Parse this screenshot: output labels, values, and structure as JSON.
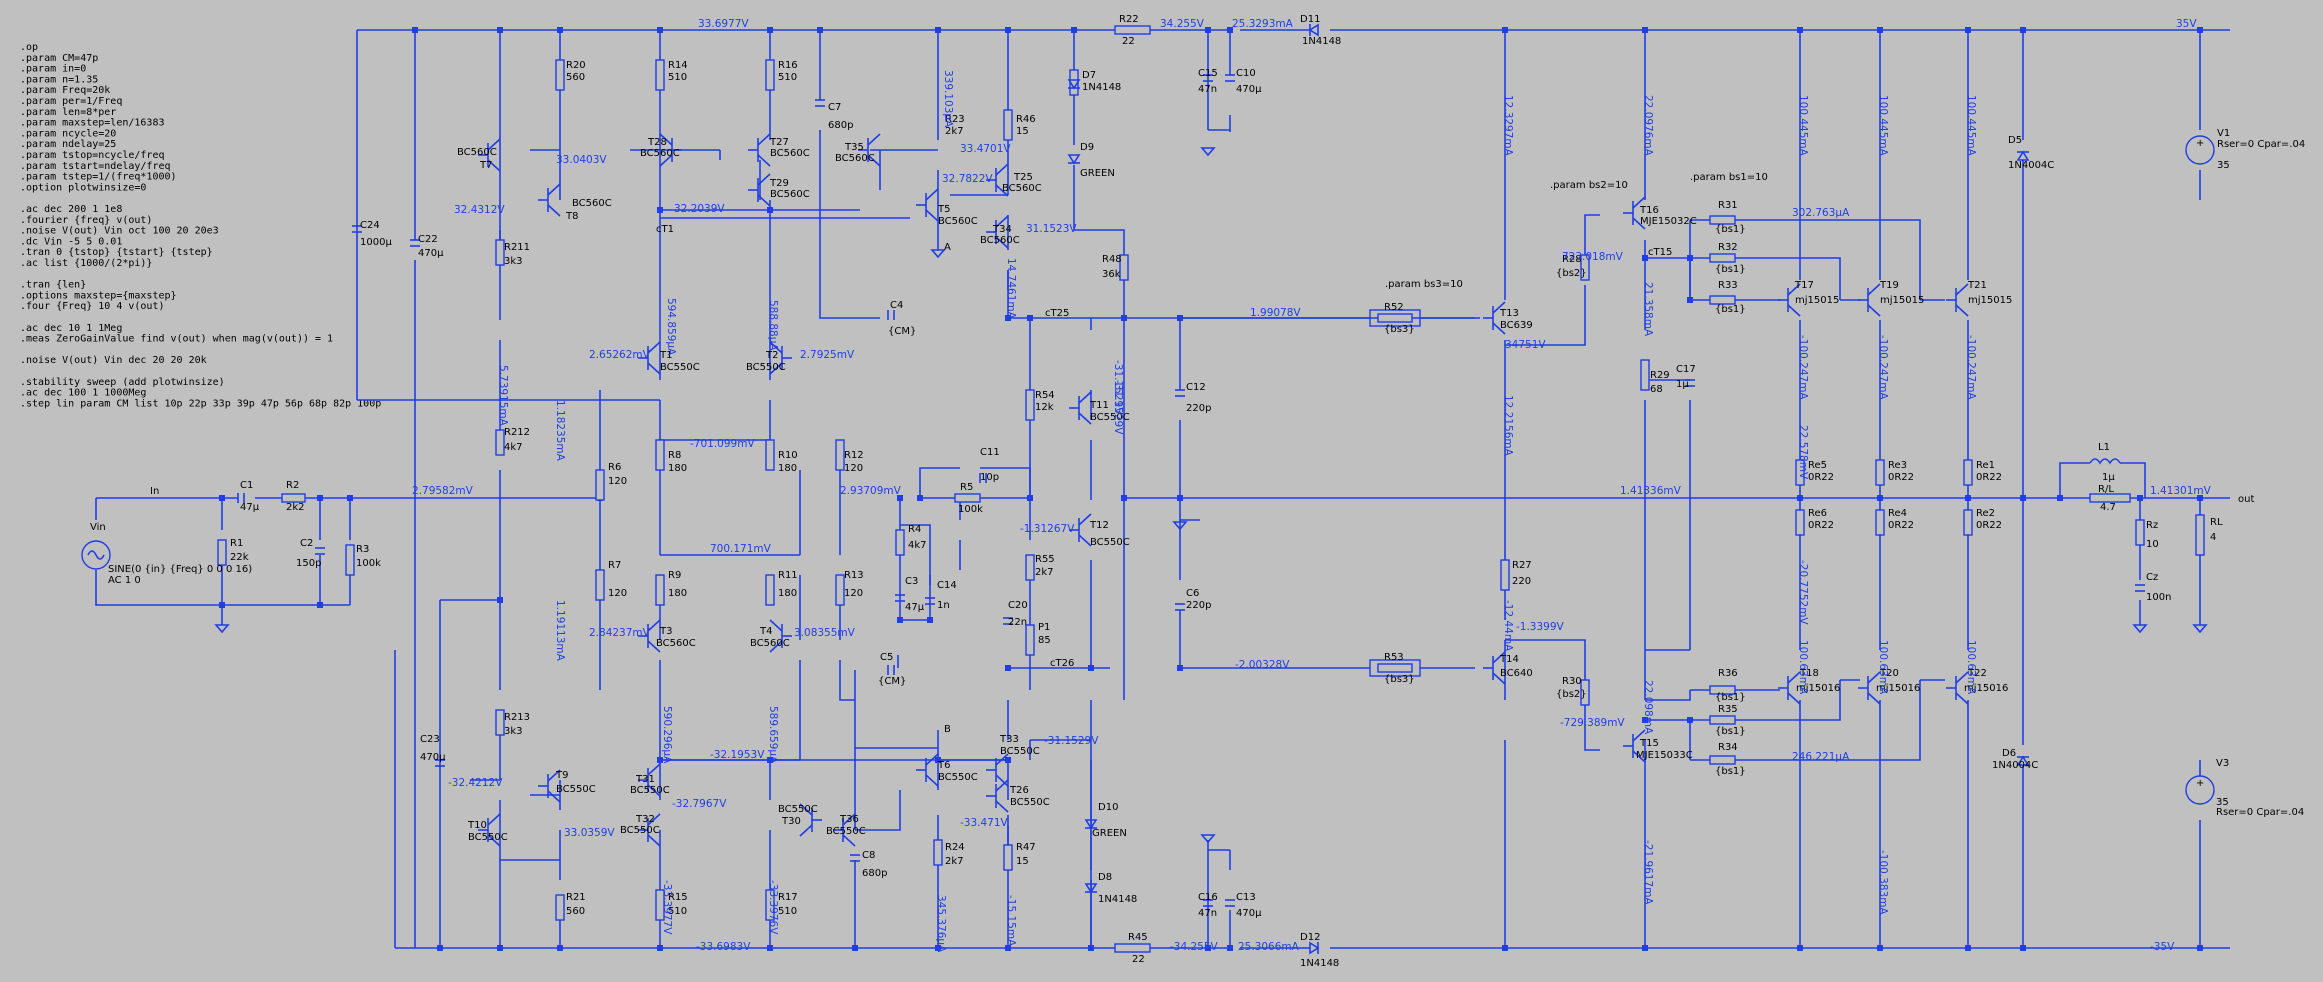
{
  "directives": [
    ".op",
    ".param CM=47p",
    ".param in=0",
    ".param n=1.35",
    ".param Freq=20k",
    ".param per=1/Freq",
    ".param len=8*per",
    ".param maxstep=len/16383",
    ".param ncycle=20",
    ".param ndelay=25",
    ".param tstop=ncycle/freq",
    ".param tstart=ndelay/freq",
    ".param tstep=1/(freq*1000)",
    ".option plotwinsize=0",
    "",
    ".ac dec 200 1 1e8",
    ".fourier {freq} v(out)",
    ".noise V(out) Vin oct 100 20 20e3",
    ".dc Vin -5 5 0.01",
    ".tran 0 {tstop} {tstart} {tstep}",
    ".ac list {1000/(2*pi)}",
    "",
    ".tran {len}",
    ".options maxstep={maxstep}",
    ".four {Freq} 10 4 v(out)",
    "",
    ".ac dec 10 1 1Meg",
    ".meas ZeroGainValue find v(out) when mag(v(out)) = 1",
    "",
    ".noise V(out) Vin dec 20 20 20k",
    "",
    ".stability sweep (add plotwinsize)",
    ".ac dec 100 1 1000Meg",
    ".step lin param CM list 10p 22p 33p 39p 47p 56p 68p 82p 100p"
  ],
  "labels": [
    {
      "id": "r20",
      "t": "R20"
    },
    {
      "id": "r20v",
      "t": "560"
    },
    {
      "id": "t7",
      "t": "BC560C"
    },
    {
      "id": "t7n",
      "t": "T7"
    },
    {
      "id": "t8",
      "t": "BC560C"
    },
    {
      "id": "t8n",
      "t": "T8"
    },
    {
      "id": "r14",
      "t": "R14"
    },
    {
      "id": "r14v",
      "t": "510"
    },
    {
      "id": "r16",
      "t": "R16"
    },
    {
      "id": "r16v",
      "t": "510"
    },
    {
      "id": "t28",
      "t": "T28"
    },
    {
      "id": "t28m",
      "t": "BC560C"
    },
    {
      "id": "t27",
      "t": "T27"
    },
    {
      "id": "t27m",
      "t": "BC560C"
    },
    {
      "id": "t29",
      "t": "T29"
    },
    {
      "id": "t29m",
      "t": "BC560C"
    },
    {
      "id": "c7",
      "t": "C7"
    },
    {
      "id": "c7v",
      "t": "680p"
    },
    {
      "id": "t35",
      "t": "T35"
    },
    {
      "id": "t35m",
      "t": "BC560C"
    },
    {
      "id": "r23",
      "t": "R23"
    },
    {
      "id": "r23v",
      "t": "2k7"
    },
    {
      "id": "r46",
      "t": "R46"
    },
    {
      "id": "r46v",
      "t": "15"
    },
    {
      "id": "t25",
      "t": "T25"
    },
    {
      "id": "t25m",
      "t": "BC560C"
    },
    {
      "id": "t5",
      "t": "T5"
    },
    {
      "id": "t5m",
      "t": "BC560C"
    },
    {
      "id": "t34",
      "t": "T34"
    },
    {
      "id": "t34m",
      "t": "BC560C"
    },
    {
      "id": "d7",
      "t": "D7"
    },
    {
      "id": "d7m",
      "t": "1N4148"
    },
    {
      "id": "d9",
      "t": "D9"
    },
    {
      "id": "d9m",
      "t": "GREEN"
    },
    {
      "id": "r22",
      "t": "R22"
    },
    {
      "id": "r22v",
      "t": "22"
    },
    {
      "id": "c15",
      "t": "C15"
    },
    {
      "id": "c15v",
      "t": "47n"
    },
    {
      "id": "c10",
      "t": "C10"
    },
    {
      "id": "c10v",
      "t": "470µ"
    },
    {
      "id": "d11",
      "t": "D11"
    },
    {
      "id": "d11m",
      "t": "1N4148"
    },
    {
      "id": "r48",
      "t": "R48"
    },
    {
      "id": "r48v",
      "t": "36k"
    },
    {
      "id": "c24",
      "t": "C24"
    },
    {
      "id": "c24v",
      "t": "1000µ"
    },
    {
      "id": "c22",
      "t": "C22"
    },
    {
      "id": "c22v",
      "t": "470µ"
    },
    {
      "id": "r211",
      "t": "R211"
    },
    {
      "id": "r211v",
      "t": "3k3"
    },
    {
      "id": "r212",
      "t": "R212"
    },
    {
      "id": "r212v",
      "t": "4k7"
    },
    {
      "id": "t1",
      "t": "T1"
    },
    {
      "id": "t1m",
      "t": "BC550C"
    },
    {
      "id": "t2",
      "t": "T2"
    },
    {
      "id": "t2m",
      "t": "BC550C"
    },
    {
      "id": "r6",
      "t": "R6"
    },
    {
      "id": "r6v",
      "t": "120"
    },
    {
      "id": "r8",
      "t": "R8"
    },
    {
      "id": "r8v",
      "t": "180"
    },
    {
      "id": "r10",
      "t": "R10"
    },
    {
      "id": "r10v",
      "t": "180"
    },
    {
      "id": "r12",
      "t": "R12"
    },
    {
      "id": "r12v",
      "t": "120"
    },
    {
      "id": "c4",
      "t": "C4"
    },
    {
      "id": "c4v",
      "t": "{CM}"
    },
    {
      "id": "ct1",
      "t": "cT1"
    },
    {
      "id": "ct25",
      "t": "cT25"
    },
    {
      "id": "r52",
      "t": "R52"
    },
    {
      "id": "r52v",
      "t": "{bs3}"
    },
    {
      "id": "bs3",
      "t": ".param bs3=10"
    },
    {
      "id": "t13",
      "t": "T13"
    },
    {
      "id": "t13m",
      "t": "BC639"
    },
    {
      "id": "r54",
      "t": "R54"
    },
    {
      "id": "r54v",
      "t": "12k"
    },
    {
      "id": "t11",
      "t": "T11"
    },
    {
      "id": "t11m",
      "t": "BC550C"
    },
    {
      "id": "c12",
      "t": "C12"
    },
    {
      "id": "c12v",
      "t": "220p"
    },
    {
      "id": "bs2",
      "t": ".param bs2=10"
    },
    {
      "id": "t16",
      "t": "T16"
    },
    {
      "id": "t16m",
      "t": "MJE15032C"
    },
    {
      "id": "ct15",
      "t": "cT15"
    },
    {
      "id": "r28",
      "t": "R28"
    },
    {
      "id": "r28v",
      "t": "{bs2}"
    },
    {
      "id": "r29",
      "t": "R29"
    },
    {
      "id": "r29v",
      "t": "68"
    },
    {
      "id": "c17",
      "t": "C17"
    },
    {
      "id": "c17v",
      "t": "1µ"
    },
    {
      "id": "bs1",
      "t": ".param bs1=10"
    },
    {
      "id": "r31",
      "t": "R31"
    },
    {
      "id": "r31v",
      "t": "{bs1}"
    },
    {
      "id": "r32",
      "t": "R32"
    },
    {
      "id": "r32v",
      "t": "{bs1}"
    },
    {
      "id": "r33",
      "t": "R33"
    },
    {
      "id": "r33v",
      "t": "{bs1}"
    },
    {
      "id": "t17",
      "t": "T17"
    },
    {
      "id": "t17m",
      "t": "mj15015"
    },
    {
      "id": "t19",
      "t": "T19"
    },
    {
      "id": "t19m",
      "t": "mj15015"
    },
    {
      "id": "t21",
      "t": "T21"
    },
    {
      "id": "t21m",
      "t": "mj15015"
    },
    {
      "id": "d5",
      "t": "D5"
    },
    {
      "id": "d5m",
      "t": "1N4004C"
    },
    {
      "id": "v1",
      "t": "V1"
    },
    {
      "id": "v1r",
      "t": "Rser=0 Cpar=.04"
    },
    {
      "id": "v1v",
      "t": "35"
    },
    {
      "id": "re5",
      "t": "Re5"
    },
    {
      "id": "re5v",
      "t": "0R22"
    },
    {
      "id": "re3",
      "t": "Re3"
    },
    {
      "id": "re3v",
      "t": "0R22"
    },
    {
      "id": "re1",
      "t": "Re1"
    },
    {
      "id": "re1v",
      "t": "0R22"
    },
    {
      "id": "re6",
      "t": "Re6"
    },
    {
      "id": "re6v",
      "t": "0R22"
    },
    {
      "id": "re4",
      "t": "Re4"
    },
    {
      "id": "re4v",
      "t": "0R22"
    },
    {
      "id": "re2",
      "t": "Re2"
    },
    {
      "id": "re2v",
      "t": "0R22"
    },
    {
      "id": "l1",
      "t": "L1"
    },
    {
      "id": "l1v",
      "t": "1µ"
    },
    {
      "id": "rl1",
      "t": "R/L"
    },
    {
      "id": "rl1v",
      "t": "4.7"
    },
    {
      "id": "rz",
      "t": "Rz"
    },
    {
      "id": "rzv",
      "t": "10"
    },
    {
      "id": "cz",
      "t": "Cz"
    },
    {
      "id": "czv",
      "t": "100n"
    },
    {
      "id": "rl",
      "t": "RL"
    },
    {
      "id": "rlv",
      "t": "4"
    },
    {
      "id": "out",
      "t": "out"
    },
    {
      "id": "in",
      "t": "In"
    },
    {
      "id": "vin",
      "t": "Vin"
    },
    {
      "id": "vinsig",
      "t": "SINE(0 {in} {Freq} 0 0 0 16)"
    },
    {
      "id": "vinac",
      "t": "AC 1 0"
    },
    {
      "id": "c1",
      "t": "C1"
    },
    {
      "id": "c1v",
      "t": "47µ"
    },
    {
      "id": "r2",
      "t": "R2"
    },
    {
      "id": "r2v",
      "t": "2k2"
    },
    {
      "id": "r1",
      "t": "R1"
    },
    {
      "id": "r1v",
      "t": "22k"
    },
    {
      "id": "c2",
      "t": "C2"
    },
    {
      "id": "c2v",
      "t": "150p"
    },
    {
      "id": "r3",
      "t": "R3"
    },
    {
      "id": "r3v",
      "t": "100k"
    },
    {
      "id": "c11",
      "t": "C11"
    },
    {
      "id": "c11v",
      "t": "10p"
    },
    {
      "id": "r5",
      "t": "R5"
    },
    {
      "id": "r5v",
      "t": "100k"
    },
    {
      "id": "r4",
      "t": "R4"
    },
    {
      "id": "r4v",
      "t": "4k7"
    },
    {
      "id": "c3",
      "t": "C3"
    },
    {
      "id": "c3v",
      "t": "47µ"
    },
    {
      "id": "c14",
      "t": "C14"
    },
    {
      "id": "c14v",
      "t": "1n"
    },
    {
      "id": "t12",
      "t": "T12"
    },
    {
      "id": "t12m",
      "t": "BC550C"
    },
    {
      "id": "r55",
      "t": "R55"
    },
    {
      "id": "r55v",
      "t": "2k7"
    },
    {
      "id": "c20",
      "t": "C20"
    },
    {
      "id": "c20v",
      "t": "22n"
    },
    {
      "id": "p1",
      "t": "P1"
    },
    {
      "id": "p1v",
      "t": "85"
    },
    {
      "id": "c6",
      "t": "C6"
    },
    {
      "id": "c6v",
      "t": "220p"
    },
    {
      "id": "r27",
      "t": "R27"
    },
    {
      "id": "r27v",
      "t": "220"
    },
    {
      "id": "r7",
      "t": "R7"
    },
    {
      "id": "r7v",
      "t": "120"
    },
    {
      "id": "r9",
      "t": "R9"
    },
    {
      "id": "r9v",
      "t": "180"
    },
    {
      "id": "r11",
      "t": "R11"
    },
    {
      "id": "r11v",
      "t": "180"
    },
    {
      "id": "r13",
      "t": "R13"
    },
    {
      "id": "r13v",
      "t": "120"
    },
    {
      "id": "t3",
      "t": "T3"
    },
    {
      "id": "t3m",
      "t": "BC560C"
    },
    {
      "id": "t4",
      "t": "T4"
    },
    {
      "id": "t4m",
      "t": "BC560C"
    },
    {
      "id": "c5",
      "t": "C5"
    },
    {
      "id": "c5v",
      "t": "{CM}"
    },
    {
      "id": "ct26",
      "t": "cT26"
    },
    {
      "id": "r53",
      "t": "R53"
    },
    {
      "id": "r53v",
      "t": "{bs3}"
    },
    {
      "id": "t14",
      "t": "T14"
    },
    {
      "id": "t14m",
      "t": "BC640"
    },
    {
      "id": "r30",
      "t": "R30"
    },
    {
      "id": "r30v",
      "t": "{bs2}"
    },
    {
      "id": "t15",
      "t": "T15"
    },
    {
      "id": "t15m",
      "t": "MJE15033C"
    },
    {
      "id": "r36",
      "t": "R36"
    },
    {
      "id": "r36v",
      "t": "{bs1}"
    },
    {
      "id": "r35",
      "t": "R35"
    },
    {
      "id": "r35v",
      "t": "{bs1}"
    },
    {
      "id": "r34",
      "t": "R34"
    },
    {
      "id": "r34v",
      "t": "{bs1}"
    },
    {
      "id": "t18",
      "t": "T18"
    },
    {
      "id": "t18m",
      "t": "mj15016"
    },
    {
      "id": "t20",
      "t": "T20"
    },
    {
      "id": "t20m",
      "t": "mj15016"
    },
    {
      "id": "t22",
      "t": "T22"
    },
    {
      "id": "t22m",
      "t": "mj15016"
    },
    {
      "id": "d6",
      "t": "D6"
    },
    {
      "id": "d6m",
      "t": "1N4004C"
    },
    {
      "id": "v3",
      "t": "V3"
    },
    {
      "id": "v3v",
      "t": "35"
    },
    {
      "id": "v3r",
      "t": "Rser=0 Cpar=.04"
    },
    {
      "id": "r213",
      "t": "R213"
    },
    {
      "id": "r213v",
      "t": "3k3"
    },
    {
      "id": "c23",
      "t": "C23"
    },
    {
      "id": "c23v",
      "t": "470µ"
    },
    {
      "id": "t9",
      "t": "T9"
    },
    {
      "id": "t9m",
      "t": "BC550C"
    },
    {
      "id": "t10",
      "t": "T10"
    },
    {
      "id": "t10m",
      "t": "BC550C"
    },
    {
      "id": "t31",
      "t": "T31"
    },
    {
      "id": "t31m",
      "t": "BC550C"
    },
    {
      "id": "t32",
      "t": "T32"
    },
    {
      "id": "t32m",
      "t": "BC550C"
    },
    {
      "id": "t30",
      "t": "BC550C"
    },
    {
      "id": "t30n",
      "t": "T30"
    },
    {
      "id": "t6",
      "t": "T6"
    },
    {
      "id": "t6m",
      "t": "BC550C"
    },
    {
      "id": "t33",
      "t": "T33"
    },
    {
      "id": "t33m",
      "t": "BC550C"
    },
    {
      "id": "t26",
      "t": "T26"
    },
    {
      "id": "t26m",
      "t": "BC550C"
    },
    {
      "id": "t36",
      "t": "T36"
    },
    {
      "id": "t36m",
      "t": "BC550C"
    },
    {
      "id": "d10",
      "t": "D10"
    },
    {
      "id": "d10m",
      "t": "GREEN"
    },
    {
      "id": "d8",
      "t": "D8"
    },
    {
      "id": "d8m",
      "t": "1N4148"
    },
    {
      "id": "c8",
      "t": "C8"
    },
    {
      "id": "c8v",
      "t": "680p"
    },
    {
      "id": "r24",
      "t": "R24"
    },
    {
      "id": "r24v",
      "t": "2k7"
    },
    {
      "id": "r47",
      "t": "R47"
    },
    {
      "id": "r47v",
      "t": "15"
    },
    {
      "id": "r21",
      "t": "R21"
    },
    {
      "id": "r21v",
      "t": "560"
    },
    {
      "id": "r15",
      "t": "R15"
    },
    {
      "id": "r15v",
      "t": "510"
    },
    {
      "id": "r17",
      "t": "R17"
    },
    {
      "id": "r17v",
      "t": "510"
    },
    {
      "id": "c16",
      "t": "C16"
    },
    {
      "id": "c16v",
      "t": "47n"
    },
    {
      "id": "c13",
      "t": "C13"
    },
    {
      "id": "c13v",
      "t": "470µ"
    },
    {
      "id": "r45",
      "t": "R45"
    },
    {
      "id": "r45v",
      "t": "22"
    },
    {
      "id": "d12",
      "t": "D12"
    },
    {
      "id": "d12m",
      "t": "1N4148"
    },
    {
      "id": "ga",
      "t": "A"
    },
    {
      "id": "gb",
      "t": "B"
    }
  ],
  "annotations": [
    {
      "id": "v_rail",
      "t": "33.6977V"
    },
    {
      "id": "v_34255",
      "t": "34.255V"
    },
    {
      "id": "i_25329",
      "t": "25.3293mA"
    },
    {
      "id": "v_35",
      "t": "35V"
    },
    {
      "id": "v_330403",
      "t": "33.0403V"
    },
    {
      "id": "v_324312",
      "t": "32.4312V"
    },
    {
      "id": "v_322039",
      "t": "32.2039V"
    },
    {
      "id": "v_334701",
      "t": "33.4701V"
    },
    {
      "id": "v_327822",
      "t": "32.7822V"
    },
    {
      "id": "v_311523",
      "t": "31.1523V"
    },
    {
      "id": "i_339",
      "t": "339.103µA"
    },
    {
      "id": "i_5739",
      "t": "5.73915mA"
    },
    {
      "id": "i_11823",
      "t": "1.18235mA"
    },
    {
      "id": "i_594",
      "t": "594.859µA"
    },
    {
      "id": "i_588",
      "t": "588.88µA"
    },
    {
      "id": "v_265",
      "t": "2.65262mV"
    },
    {
      "id": "v_27925",
      "t": "2.7925mV"
    },
    {
      "id": "v_701",
      "t": "-701.099mV"
    },
    {
      "id": "i_14761",
      "t": "14.7461mA"
    },
    {
      "id": "v_199",
      "t": "1.99078V"
    },
    {
      "id": "v_34751",
      "t": "34751V"
    },
    {
      "id": "i_31152",
      "t": "-31.1529V"
    },
    {
      "id": "v_2795",
      "t": "2.79582mV"
    },
    {
      "id": "v_2937",
      "t": "2.93709mV"
    },
    {
      "id": "v_1413",
      "t": "1.41336mV"
    },
    {
      "id": "v_out",
      "t": "1.41301mV"
    },
    {
      "id": "i_12329",
      "t": "12.3297mA"
    },
    {
      "id": "i_220976",
      "t": "22.0976mA"
    },
    {
      "id": "i_723",
      "t": "723.018mV"
    },
    {
      "id": "i_302",
      "t": "302.763µA"
    },
    {
      "id": "i_21358",
      "t": "21.358mA"
    },
    {
      "id": "i_100a",
      "t": "100.445mA"
    },
    {
      "id": "i_100b",
      "t": "100.445mA"
    },
    {
      "id": "i_100c",
      "t": "100.445mA"
    },
    {
      "id": "i_n100a",
      "t": "-100.247mA"
    },
    {
      "id": "i_n100b",
      "t": "-100.247mA"
    },
    {
      "id": "i_n100c",
      "t": "-100.247mA"
    },
    {
      "id": "i_22578",
      "t": "22.578mV"
    },
    {
      "id": "i_12215",
      "t": "12.2156mA"
    },
    {
      "id": "v_131267",
      "t": "-1.31267V"
    },
    {
      "id": "v_700",
      "t": "700.171mV"
    },
    {
      "id": "i_11911",
      "t": "1.19113mA"
    },
    {
      "id": "v_284",
      "t": "2.84237mV"
    },
    {
      "id": "v_30835",
      "t": "3.08355mV"
    },
    {
      "id": "i_590",
      "t": "590.296µA"
    },
    {
      "id": "i_589",
      "t": "589.659µA"
    },
    {
      "id": "v_n200",
      "t": "-2.00328V"
    },
    {
      "id": "v_n13399",
      "t": "-1.3399V"
    },
    {
      "id": "i_n12",
      "t": "-12.44mA"
    },
    {
      "id": "i_207",
      "t": "-20.7752mV"
    },
    {
      "id": "i_22098",
      "t": "22.098mA"
    },
    {
      "id": "v_n729",
      "t": "-729.389mV"
    },
    {
      "id": "i_246",
      "t": "246.221µA"
    },
    {
      "id": "i_100d",
      "t": "100.63mA"
    },
    {
      "id": "i_100e",
      "t": "100.63mA"
    },
    {
      "id": "i_100f",
      "t": "100.63mA"
    },
    {
      "id": "i_n21961",
      "t": "-21.9617mA"
    },
    {
      "id": "i_n100383",
      "t": "-100.383mA"
    },
    {
      "id": "v_n321953",
      "t": "-32.1953V"
    },
    {
      "id": "v_n311529",
      "t": "-31.1529V"
    },
    {
      "id": "v_n324212",
      "t": "-32.4212V"
    },
    {
      "id": "v_327967",
      "t": "-32.7967V"
    },
    {
      "id": "v_330359",
      "t": "33.0359V"
    },
    {
      "id": "v_n33471",
      "t": "-33.471V"
    },
    {
      "id": "i_3339",
      "t": "-33.3977V"
    },
    {
      "id": "i_3339b",
      "t": "-33.3976V"
    },
    {
      "id": "i_345",
      "t": "345.376µA"
    },
    {
      "id": "i_1515",
      "t": "-15.15mA"
    },
    {
      "id": "v_n336983",
      "t": "-33.6983V"
    },
    {
      "id": "v_n34255",
      "t": "-34.255V"
    },
    {
      "id": "i_n25306",
      "t": "25.3066mA"
    },
    {
      "id": "v_n35",
      "t": "-35V"
    },
    {
      "id": "i_n31",
      "t": "-31.1529V"
    }
  ]
}
